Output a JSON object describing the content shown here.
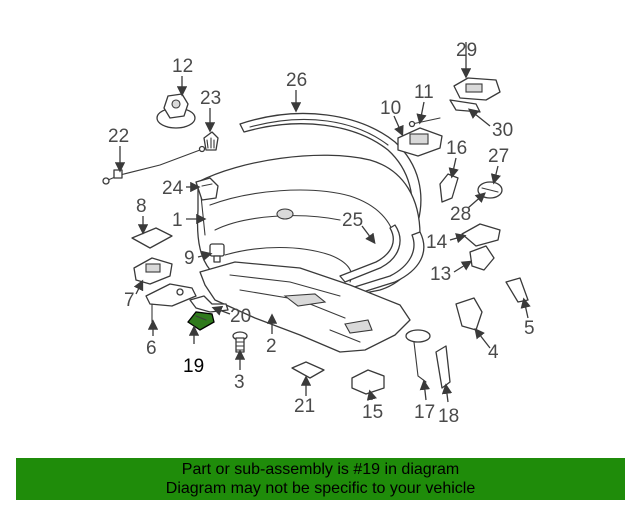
{
  "diagram": {
    "callouts": {
      "n1": "1",
      "n2": "2",
      "n3": "3",
      "n4": "4",
      "n5": "5",
      "n6": "6",
      "n7": "7",
      "n8": "8",
      "n9": "9",
      "n10": "10",
      "n11": "11",
      "n12": "12",
      "n13": "13",
      "n14": "14",
      "n15": "15",
      "n16": "16",
      "n17": "17",
      "n18": "18",
      "n19": "19",
      "n20": "20",
      "n21": "21",
      "n22": "22",
      "n23": "23",
      "n24": "24",
      "n25": "25",
      "n26": "26",
      "n27": "27",
      "n28": "28",
      "n29": "29",
      "n30": "30"
    },
    "highlight_color": "#2f7a1c"
  },
  "banner": {
    "line1": "Part or sub-assembly is #19 in diagram",
    "line2": "Diagram may not be specific to your vehicle",
    "background": "#1f8c0a"
  }
}
